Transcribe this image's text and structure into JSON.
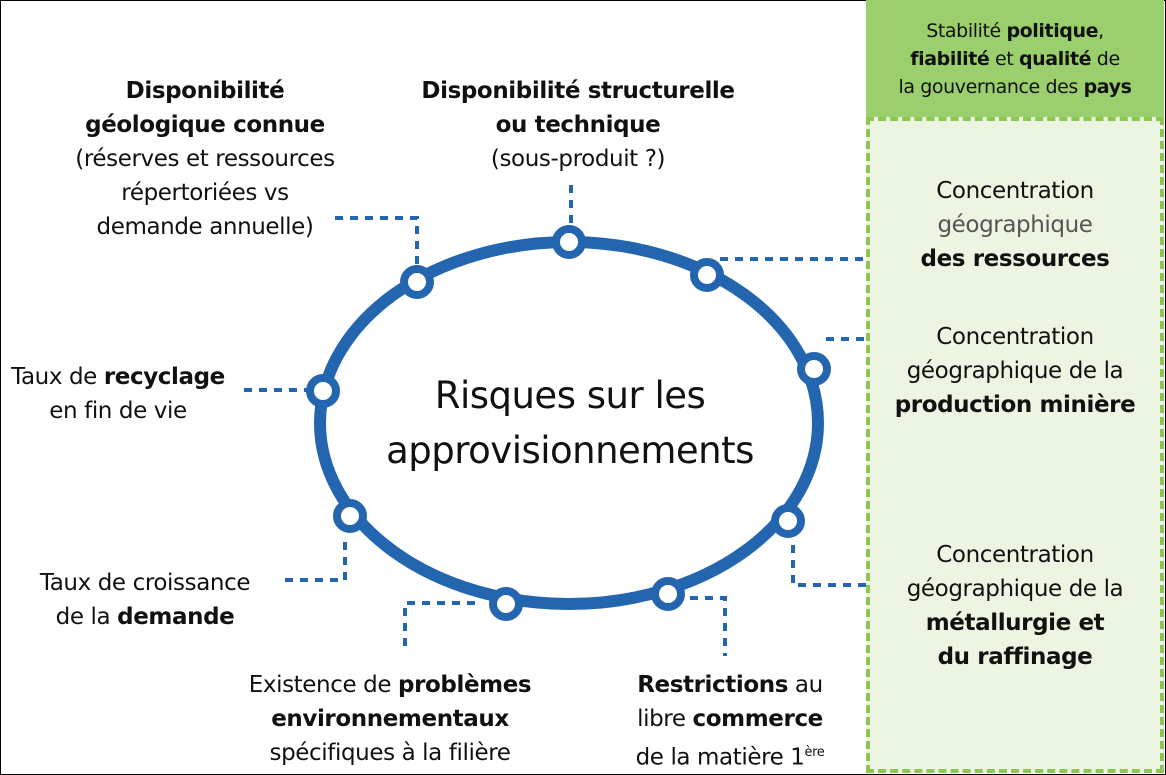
{
  "center": {
    "line1": "Risques sur les",
    "line2": "approvisionnements"
  },
  "governance": {
    "p1": "Stabilité ",
    "b1": "politique",
    "p2": ",",
    "b2": "fiabilité",
    "p3": " et ",
    "b3": "qualité",
    "p4": " de",
    "p5": "la gouvernance des ",
    "b4": "pays"
  },
  "factors": {
    "geologique": {
      "b1": "Disponibilité",
      "b2": "géologique connue",
      "l3": "(réserves et ressources",
      "l4": "répertoriées vs",
      "l5": "demande annuelle)"
    },
    "structurelle": {
      "b1": "Disponibilité structurelle",
      "b2": "ou technique",
      "l3": "(sous-produit ?)"
    },
    "recyclage": {
      "p1": "Taux de ",
      "b1": "recyclage",
      "l2": "en fin de vie"
    },
    "croissance": {
      "l1": "Taux de croissance",
      "p2": "de la ",
      "b2": "demande"
    },
    "environnement": {
      "p1": "Existence de ",
      "b1": "problèmes",
      "b2": "environnementaux",
      "l3": "spécifiques à la filière"
    },
    "restrictions": {
      "b1": "Restrictions",
      "p1": " au",
      "p2": "libre ",
      "b2": "commerce",
      "p3": "de la matière 1",
      "sup": "ère"
    },
    "ressources": {
      "l1": "Concentration",
      "l2": "géographique",
      "b3": "des ressources"
    },
    "production": {
      "l1": "Concentration",
      "l2": "géographique de la",
      "b3": "production minière"
    },
    "metallurgie": {
      "l1": "Concentration",
      "l2": "géographique de la",
      "b3": "métallurgie et",
      "b4": "du raffinage"
    }
  },
  "colors": {
    "ring": "#2465b0",
    "green_header": "#9bcf6e",
    "green_box": "#ebf5e1",
    "green_border": "#8cc751"
  }
}
